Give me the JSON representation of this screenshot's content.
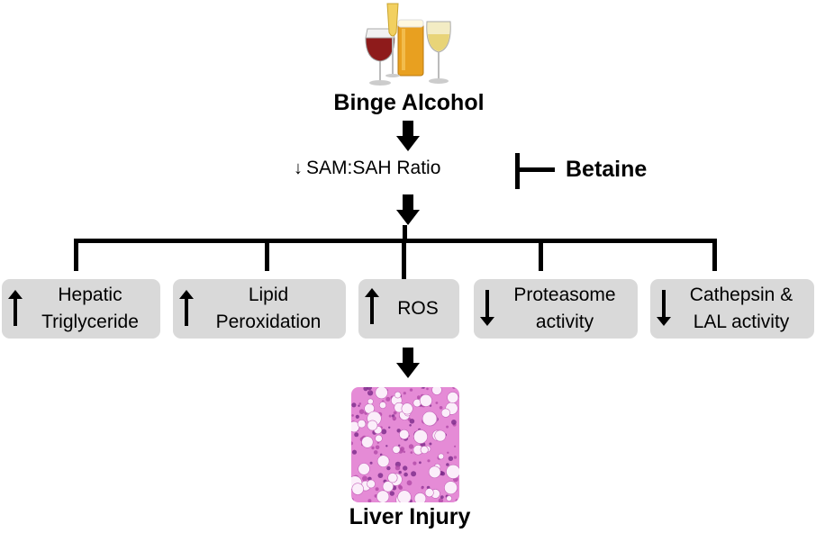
{
  "top": {
    "title": "Binge Alcohol"
  },
  "ratio": {
    "arrow": "↓",
    "label": "SAM:SAH Ratio"
  },
  "inhibitor": {
    "label": "Betaine"
  },
  "effects": [
    {
      "direction": "up",
      "lines": [
        "Hepatic",
        "Triglyceride"
      ]
    },
    {
      "direction": "up",
      "lines": [
        "Lipid",
        "Peroxidation"
      ]
    },
    {
      "direction": "up",
      "lines": [
        "ROS"
      ]
    },
    {
      "direction": "down",
      "lines": [
        "Proteasome",
        "activity"
      ]
    },
    {
      "direction": "down",
      "lines": [
        "Cathepsin &",
        "LAL activity"
      ]
    }
  ],
  "outcome": {
    "label": "Liver Injury"
  },
  "colors": {
    "box_fill": "#d9d9d9",
    "histology_pink": "#e58bd6",
    "histology_purple": "#7a2a8a"
  },
  "icons": {
    "drinks": "alcohol-glasses-icon",
    "histology": "liver-histology-image"
  }
}
